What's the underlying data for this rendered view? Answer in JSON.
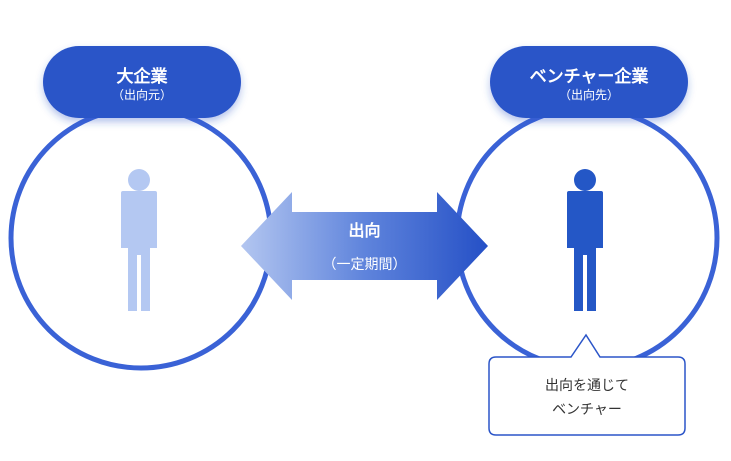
{
  "left_org": {
    "title": "大企業",
    "subtitle": "（出向元）"
  },
  "right_org": {
    "title": "ベンチャー企業",
    "subtitle": "（出向先）"
  },
  "arrow": {
    "title": "出向",
    "subtitle": "（一定期間）"
  },
  "bubble": {
    "line1": "出向を通じて",
    "line2": "ベンチャー"
  },
  "colors": {
    "primary": "#2b55c8",
    "circle_stroke": "#3a62d6",
    "person_light": "#b4c8f2",
    "person_dark": "#2457c6",
    "arrow_light": "#a6bcee",
    "arrow_dark": "#2b55c8",
    "bubble_border": "#2b55c8"
  }
}
